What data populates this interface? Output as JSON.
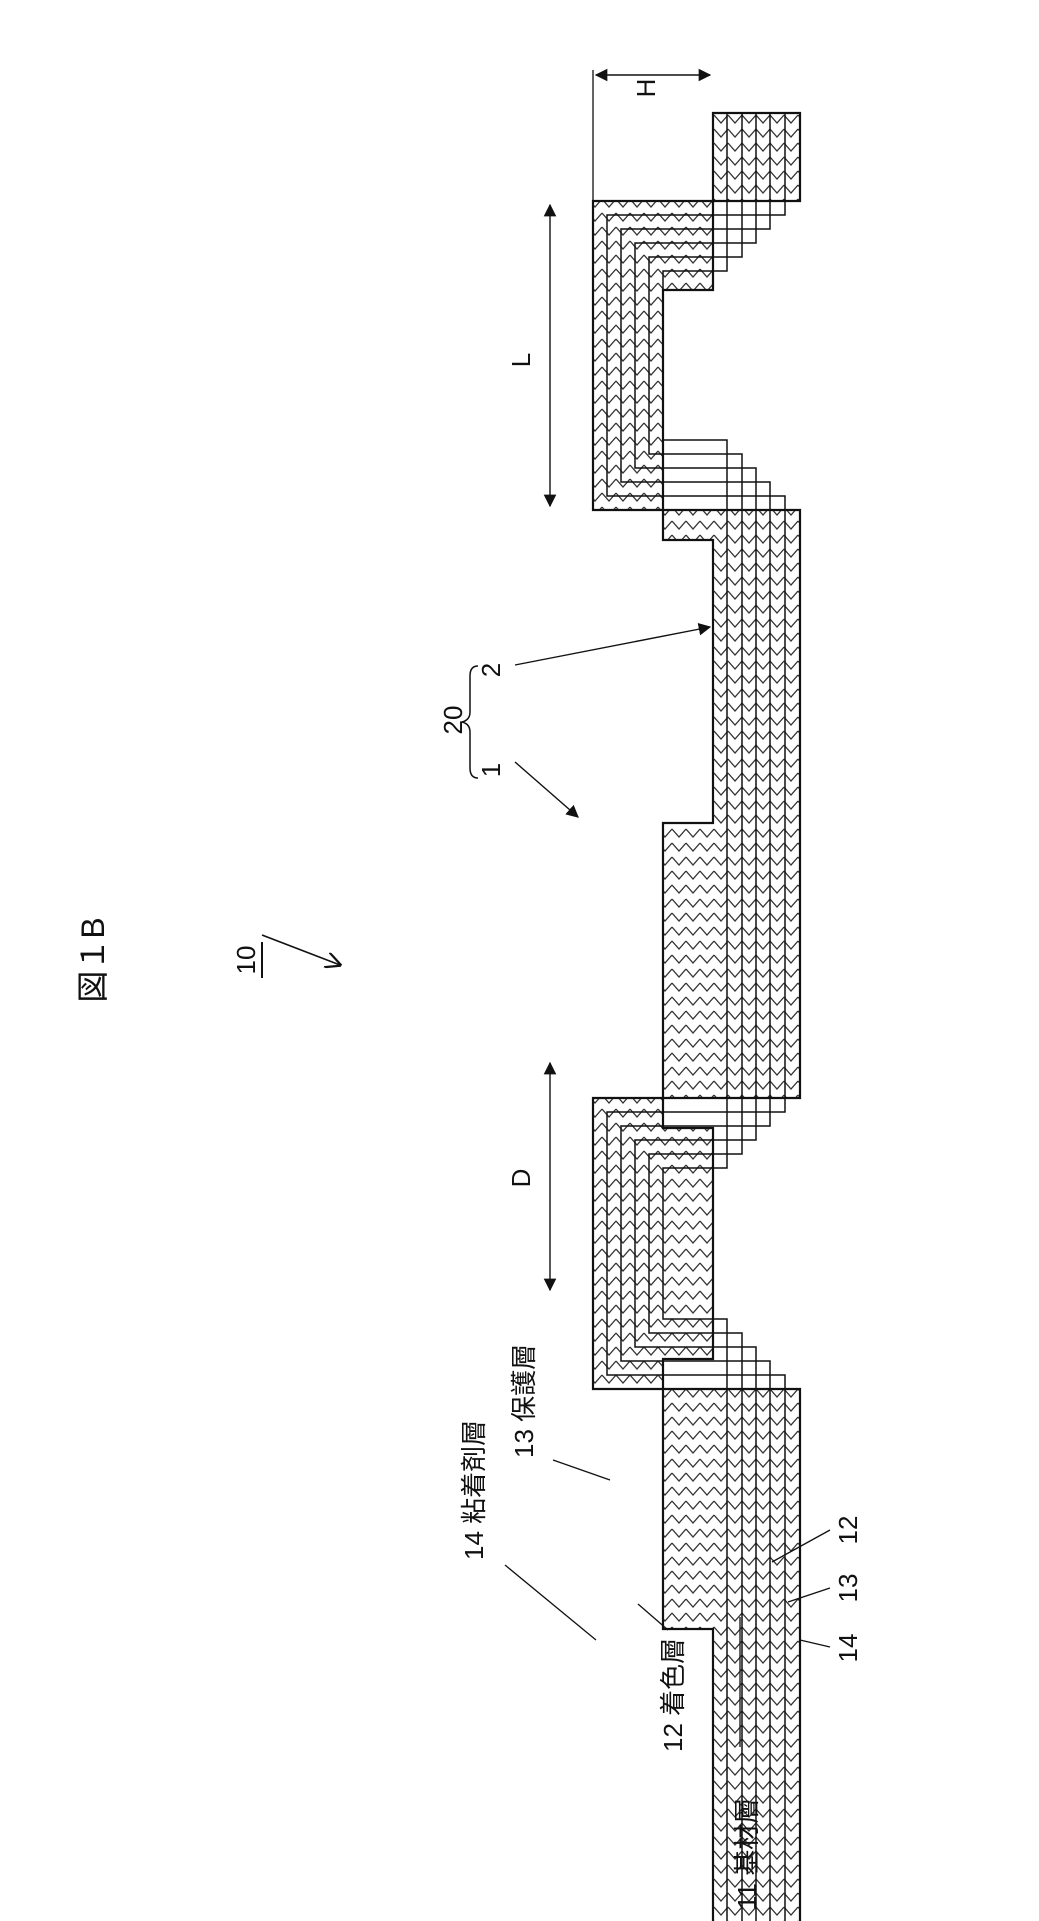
{
  "figure": {
    "title": "図１B",
    "ref_label": "10"
  },
  "dimensions": {
    "h": "H",
    "l": "L",
    "d": "D"
  },
  "reference_labels": {
    "assembly": "20",
    "part1": "1",
    "part2": "2"
  },
  "layers": {
    "adhesive": "14 粘着剤層",
    "protective": "13 保護層",
    "color": "12 着色層",
    "base": "11 基材層",
    "right_14": "14",
    "right_13": "13",
    "right_12": "12"
  },
  "colors": {
    "ink": "#111111",
    "hatch": "#333333",
    "background": "#ffffff"
  }
}
